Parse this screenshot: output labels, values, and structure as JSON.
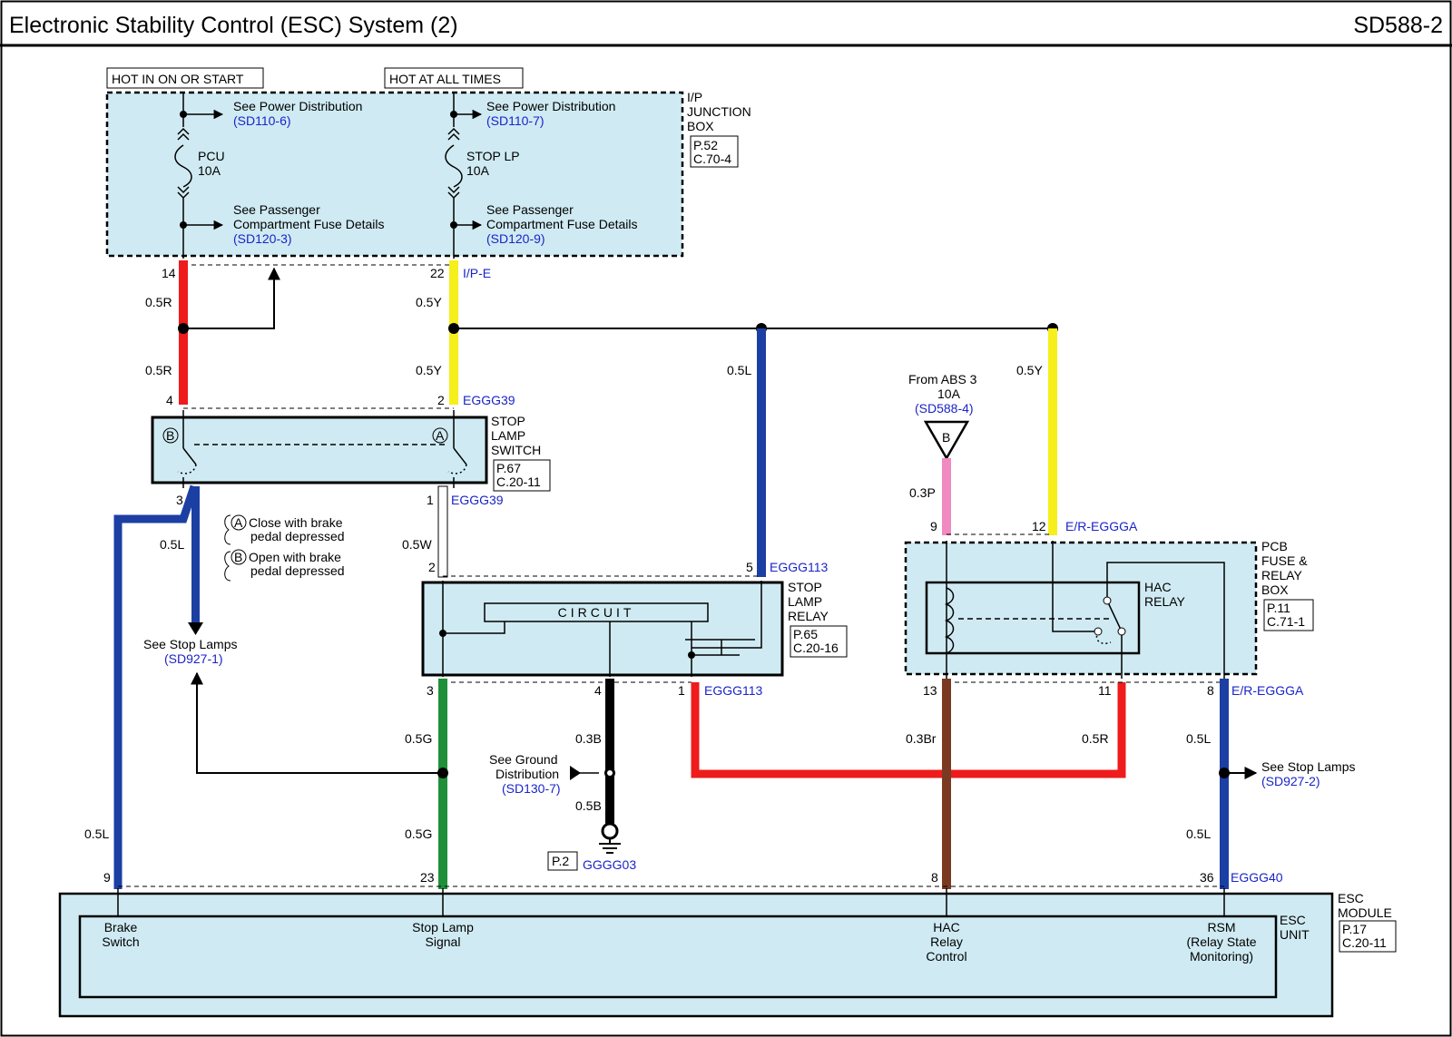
{
  "header": {
    "title": "Electronic Stability Control (ESC) System (2)",
    "page_code": "SD588-2"
  },
  "ip_box": {
    "hot_run": "HOT IN ON OR START",
    "hot_all": "HOT AT ALL TIMES",
    "name": [
      "I/P",
      "JUNCTION",
      "BOX"
    ],
    "ref": [
      "P.52",
      "C.70-4"
    ],
    "see_power": "See Power Distribution",
    "ref_pcu_power": "(SD110-6)",
    "ref_stop_power": "(SD110-7)",
    "fuse_pcu": [
      "PCU",
      "10A"
    ],
    "fuse_stop": [
      "STOP LP",
      "10A"
    ],
    "see_fuse": [
      "See Passenger",
      "Compartment Fuse Details"
    ],
    "ref_pcu_fuse": "(SD120-3)",
    "ref_stop_fuse": "(SD120-9)",
    "pin_pcu": "14",
    "pin_stop": "22",
    "connector": "I/P-E"
  },
  "wires": {
    "r": "0.5R",
    "y": "0.5Y",
    "l": "0.5L",
    "w": "0.5W",
    "g": "0.5G",
    "b3": "0.3B",
    "b5": "0.5B",
    "p": "0.3P",
    "br": "0.3Br"
  },
  "stop_switch": {
    "name": [
      "STOP",
      "LAMP",
      "SWITCH"
    ],
    "ref": [
      "P.67",
      "C.20-11"
    ],
    "connector": "EGGG39",
    "pins": [
      "4",
      "2",
      "3",
      "1"
    ],
    "legend_a": [
      "Close with brake",
      "pedal depressed"
    ],
    "legend_b": [
      "Open with brake",
      "pedal depressed"
    ],
    "mark_a": "A",
    "mark_b": "B"
  },
  "stop_lamps": {
    "see": "See Stop Lamps",
    "ref1": "(SD927-1)",
    "ref2": "(SD927-2)"
  },
  "relay": {
    "name": [
      "STOP",
      "LAMP",
      "RELAY"
    ],
    "ref": [
      "P.65",
      "C.20-16"
    ],
    "circuit": "CIRCUIT",
    "connector": "EGGG113",
    "pins_top": [
      "2",
      "5"
    ],
    "pins_bottom": [
      "3",
      "4",
      "1"
    ]
  },
  "ground": {
    "see": [
      "See Ground",
      "Distribution"
    ],
    "ref": "(SD130-7)",
    "page": "P.2",
    "name": "GGGG03"
  },
  "abs": {
    "from": [
      "From ABS 3",
      "10A"
    ],
    "ref": "(SD588-4)",
    "mark": "B"
  },
  "pcb_box": {
    "name": [
      "PCB",
      "FUSE &",
      "RELAY",
      "BOX"
    ],
    "ref": [
      "P.11",
      "C.71-1"
    ],
    "relay": [
      "HAC",
      "RELAY"
    ],
    "connector": "E/R-EGGGA",
    "pins_top": [
      "9",
      "12"
    ],
    "pins_bottom": [
      "13",
      "11",
      "8"
    ]
  },
  "esc": {
    "module": [
      "ESC",
      "MODULE"
    ],
    "unit": [
      "ESC",
      "UNIT"
    ],
    "ref": [
      "P.17",
      "C.20-11"
    ],
    "connector": "EGGG40",
    "pins": [
      "9",
      "23",
      "8",
      "36"
    ],
    "brake": [
      "Brake",
      "Switch"
    ],
    "stop": [
      "Stop Lamp",
      "Signal"
    ],
    "hac": [
      "HAC",
      "Relay",
      "Control"
    ],
    "rsm": [
      "RSM",
      "(Relay State",
      "Monitoring)"
    ]
  },
  "colors": {
    "red": "#ee1c1c",
    "yellow": "#f6ef1c",
    "blue": "#1c3fa3",
    "green": "#1f8f3a",
    "black": "#000000",
    "pink": "#f08ac0",
    "brown": "#7a3a22",
    "white": "#ffffff",
    "box": "#cfeaf2",
    "ref_text": "#1a24c8"
  }
}
